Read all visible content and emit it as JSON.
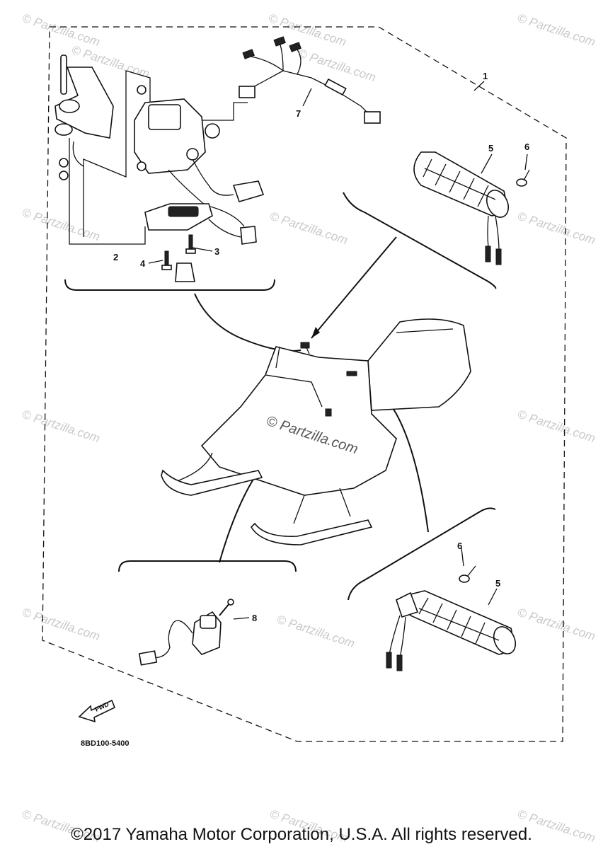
{
  "callouts": {
    "c1": "1",
    "c2": "2",
    "c3": "3",
    "c4": "4",
    "c5_top": "5",
    "c6_top": "6",
    "c7": "7",
    "c5_bottom": "5",
    "c6_bottom": "6",
    "c8": "8"
  },
  "fwd_label": "FWD",
  "part_code": "8BD100-5400",
  "watermark": {
    "short": "© Partzilla.com",
    "center": "© Partzilla.com"
  },
  "copyright": "©2017 Yamaha Motor Corporation, U.S.A. All rights reserved."
}
